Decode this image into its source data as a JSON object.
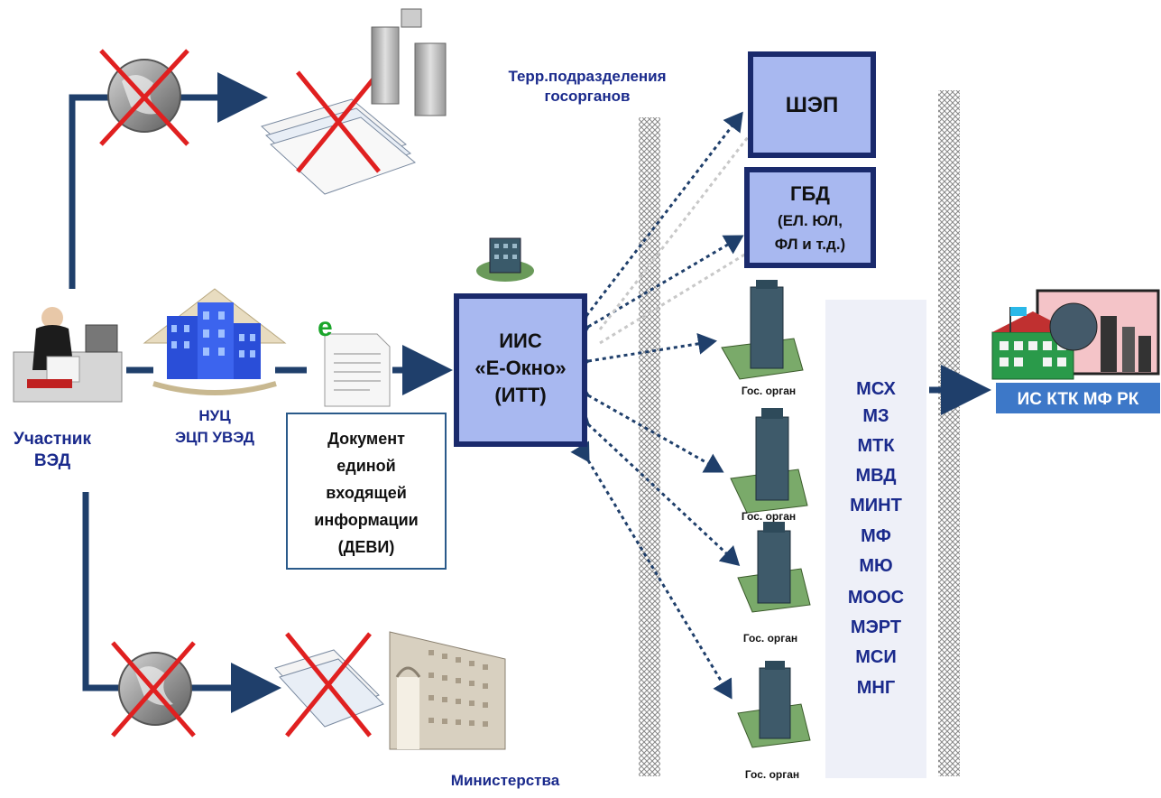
{
  "labels": {
    "participant": [
      "Участник",
      "ВЭД"
    ],
    "nuc": [
      "НУЦ",
      "ЭЦП УВЭД"
    ],
    "terr": [
      "Терр.подразделения",
      "госорганов"
    ],
    "ministries": "Министерства",
    "document": [
      "Документ",
      "единой",
      "входящей",
      "информации",
      "(ДЕВИ)"
    ],
    "iis": [
      "ИИС",
      "«Е-Окно»",
      "(ИТТ)"
    ],
    "shep": "ШЭП",
    "gbd": [
      "ГБД",
      "(ЕЛ. ЮЛ,",
      "ФЛ и т.д.)"
    ],
    "gos_organ": "Гос. орган",
    "agencies": [
      "МСХ",
      "МЗ",
      "МТК",
      "МВД",
      "МИНТ",
      "МФ",
      "МЮ",
      "МООС",
      "МЭРТ",
      "МСИ",
      "МНГ"
    ],
    "ktk": "ИС КТК МФ РК",
    "e_letter": "e"
  },
  "colors": {
    "arrow": "#1f3f6b",
    "dotted": "#1f3f6b",
    "box_fill": "#a8b8f0",
    "box_border": "#1a2a6c",
    "label_blue": "#1a2a8c",
    "cross": "#e02020",
    "ktk_bar": "#3d78c8",
    "agency_panel": "#eef0f8"
  },
  "icons": [
    "globe-icon",
    "documents-icon",
    "office-towers-icon",
    "ministry-building-icon",
    "person-at-desk-icon",
    "nuc-building-icon",
    "e-document-icon",
    "skyscraper-icon",
    "customs-complex-icon"
  ]
}
